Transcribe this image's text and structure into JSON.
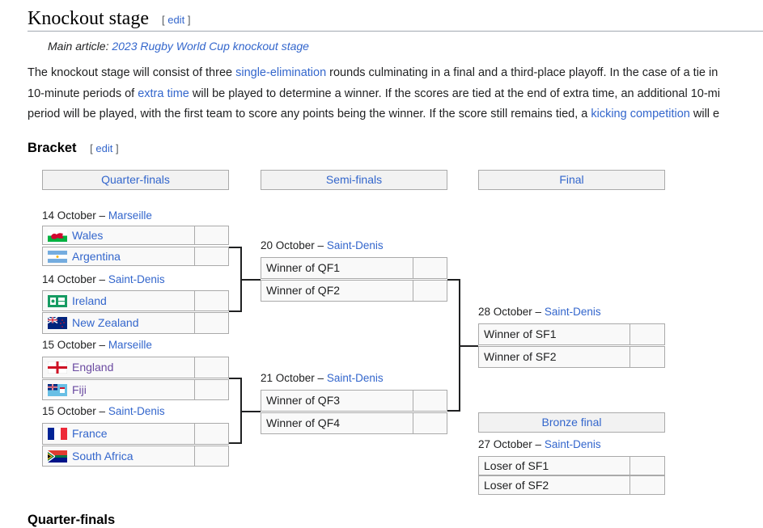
{
  "section": {
    "title": "Knockout stage",
    "edit_open": "[",
    "edit_label": "edit",
    "edit_close": "]"
  },
  "hatnote": {
    "prefix": "Main article: ",
    "link": "2023 Rugby World Cup knockout stage"
  },
  "paragraph": {
    "line1_a": "The knockout stage will consist of three ",
    "line1_link": "single-elimination",
    "line1_b": " rounds culminating in a final and a third-place playoff. In the case of a tie in",
    "line2_a": "10-minute periods of ",
    "line2_link": "extra time",
    "line2_b": " will be played to determine a winner. If the scores are tied at the end of extra time, an additional 10-mi",
    "line3_a": "period will be played, with the first team to score any points being the winner. If the score still remains tied, a ",
    "line3_link": "kicking competition",
    "line3_b": " will e"
  },
  "bracket_heading": {
    "title": "Bracket",
    "edit_label": "edit"
  },
  "rounds": {
    "qf": "Quarter-finals",
    "sf": "Semi-finals",
    "final": "Final",
    "bronze": "Bronze final"
  },
  "matches": {
    "qf1": {
      "date": "14 October – ",
      "venue": "Marseille",
      "team1": "Wales",
      "team2": "Argentina"
    },
    "qf2": {
      "date": "14 October – ",
      "venue": "Saint-Denis",
      "team1": "Ireland",
      "team2": "New Zealand"
    },
    "qf3": {
      "date": "15 October – ",
      "venue": "Marseille",
      "team1": "England",
      "team2": "Fiji"
    },
    "qf4": {
      "date": "15 October – ",
      "venue": "Saint-Denis",
      "team1": "France",
      "team2": "South Africa"
    },
    "sf1": {
      "date": "20 October – ",
      "venue": "Saint-Denis",
      "team1": "Winner of QF1",
      "team2": "Winner of QF2"
    },
    "sf2": {
      "date": "21 October – ",
      "venue": "Saint-Denis",
      "team1": "Winner of QF3",
      "team2": "Winner of QF4"
    },
    "final": {
      "date": "28 October – ",
      "venue": "Saint-Denis",
      "team1": "Winner of SF1",
      "team2": "Winner of SF2"
    },
    "bronze": {
      "date": "27 October – ",
      "venue": "Saint-Denis",
      "team1": "Loser of SF1",
      "team2": "Loser of SF2"
    }
  },
  "next_heading": "Quarter-finals",
  "colors": {
    "link": "#3366cc",
    "visited_link": "#6b4ba1",
    "header_bg": "#f2f2f2",
    "cell_bg": "#f9f9f9",
    "border": "#aaaaaa"
  }
}
